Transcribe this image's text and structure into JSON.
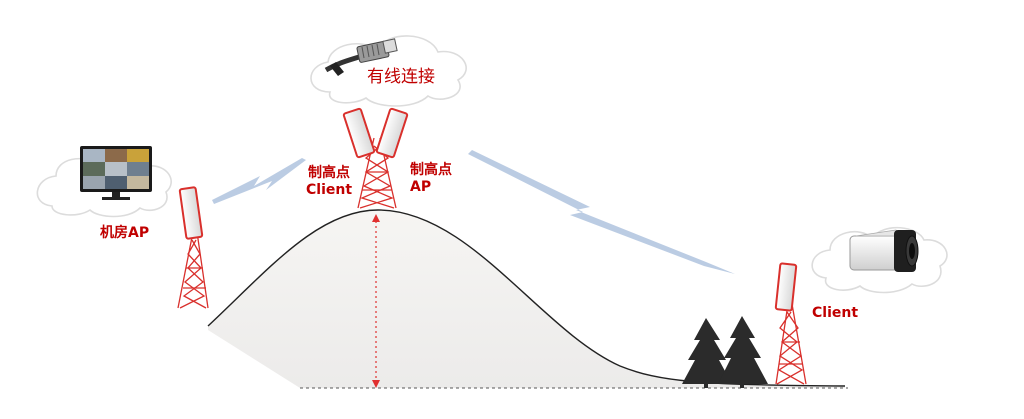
{
  "cloud_label": "有线连接",
  "labels": {
    "room_ap": "机房AP",
    "high_client_1": "制高点",
    "high_client_2": "Client",
    "high_ap_1": "制高点",
    "high_ap_2": "AP",
    "client": "Client"
  },
  "colors": {
    "label_red": "#c00000",
    "cloud_label": "#c00000",
    "tower_red": "#d9302c",
    "lightning": "#b7c9e2",
    "hill_stroke": "#222222",
    "hill_fill": "#f2f2f2",
    "dashed_guide": "#e03030",
    "tree": "#2b2b2b"
  },
  "icons": {
    "network_cable": "ethernet-cable-icon",
    "monitor": "surveillance-monitor-icon",
    "camera": "bullet-camera-icon",
    "tower": "lattice-tower-icon",
    "antenna": "panel-antenna-icon",
    "cloud": "cloud-icon",
    "tree": "pine-tree-icon",
    "lightning": "wireless-lightning-icon"
  }
}
